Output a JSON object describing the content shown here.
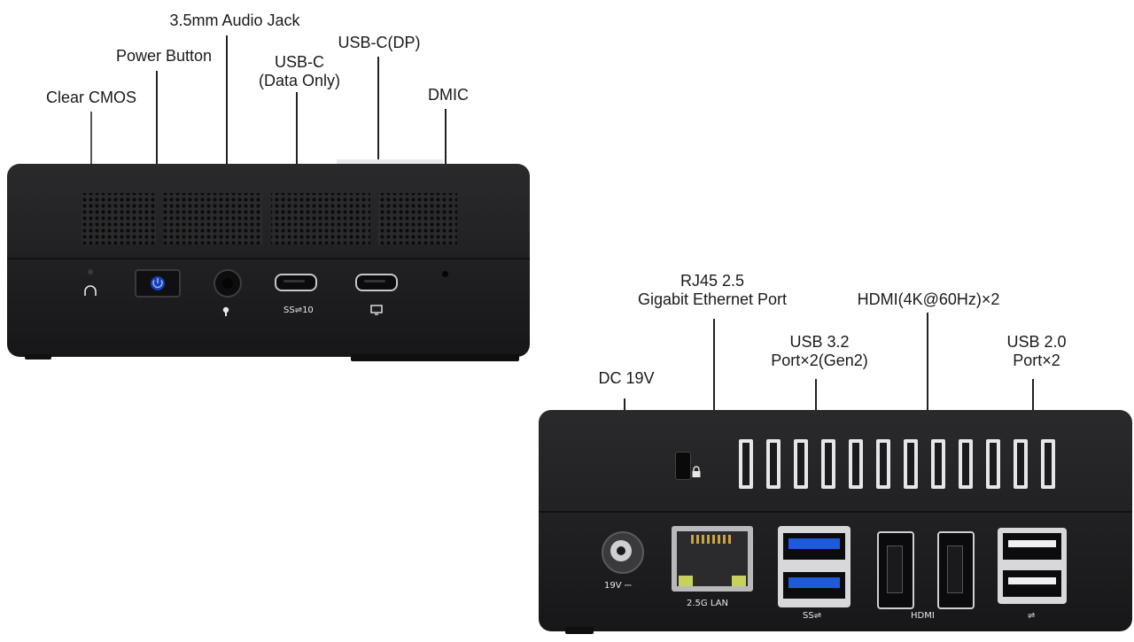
{
  "front": {
    "labels": {
      "clear_cmos": "Clear CMOS",
      "power_button": "Power Button",
      "audio_jack": "3.5mm Audio Jack",
      "usbc_data_line1": "USB-C",
      "usbc_data_line2": "(Data Only)",
      "usbc_dp": "USB-C(DP)",
      "dmic": "DMIC"
    },
    "markings": {
      "usbc_data": "SS⇌10"
    }
  },
  "back": {
    "labels": {
      "rj45_line1": "RJ45 2.5",
      "rj45_line2": "Gigabit Ethernet Port",
      "hdmi": "HDMI(4K@60Hz)×2",
      "usb32_line1": "USB 3.2",
      "usb32_line2": "Port×2(Gen2)",
      "usb20_line1": "USB 2.0",
      "usb20_line2": "Port×2",
      "dc": "DC 19V"
    },
    "markings": {
      "dc": "19V ⎓",
      "lan": "2.5G LAN",
      "usb32": "SS⇌",
      "hdmi": "HDMI",
      "usb20": "⇌"
    }
  },
  "colors": {
    "chassis": "#1c1c1e",
    "power_led": "#2f6bff",
    "usb3_blue": "#1e5bd8"
  }
}
